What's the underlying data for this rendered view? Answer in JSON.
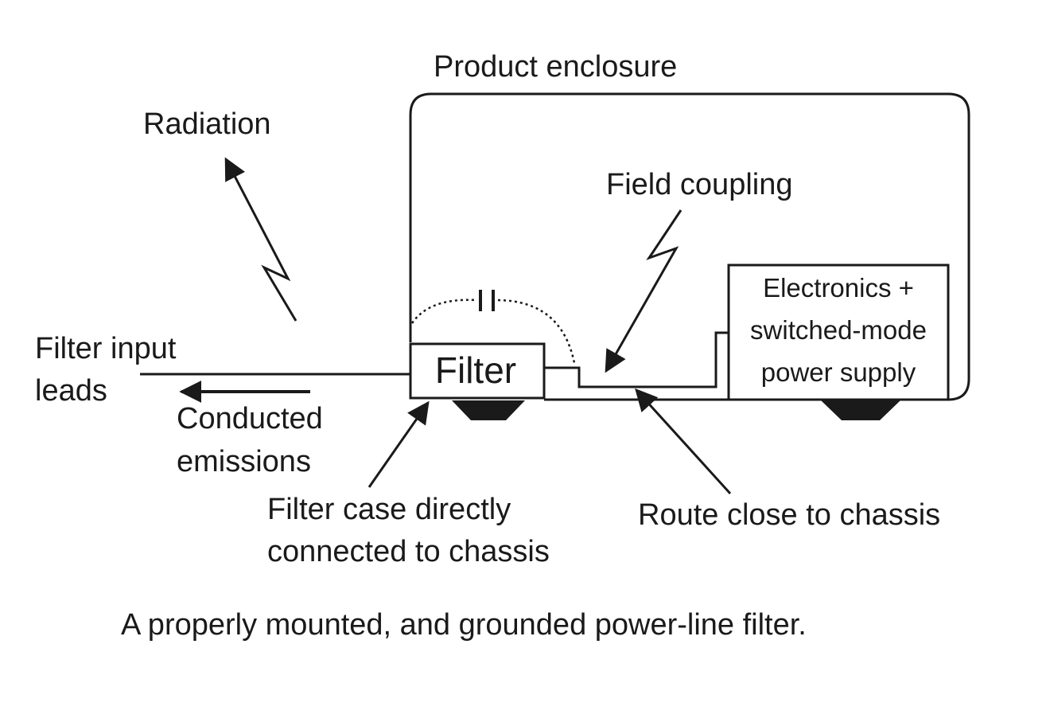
{
  "labels": {
    "product_enclosure": "Product enclosure",
    "radiation": "Radiation",
    "field_coupling": "Field coupling",
    "filter": "Filter",
    "electronics_line1": "Electronics +",
    "electronics_line2": "switched-mode",
    "electronics_line3": "power supply",
    "filter_input_line1": "Filter input",
    "filter_input_line2": "leads",
    "conducted_line1": "Conducted",
    "conducted_line2": "emissions",
    "filter_case_line1": "Filter case directly",
    "filter_case_line2": "connected to chassis",
    "route_close": "Route close to chassis"
  },
  "caption": "A properly mounted, and grounded power-line filter."
}
